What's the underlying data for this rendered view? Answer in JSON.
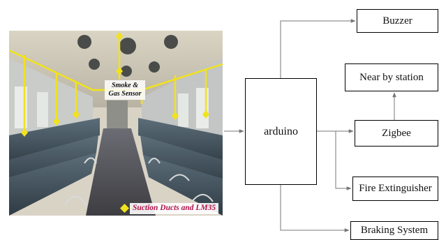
{
  "photo": {
    "sensor_label": "Smoke & Gas Sensor",
    "ducts_label": "Suction Ducts and LM35",
    "sensor_marker_color": "#f2e21b",
    "ducts_label_color": "#b0124a"
  },
  "diagram": {
    "controller": "arduino",
    "outputs": {
      "buzzer": "Buzzer",
      "near_station": "Near by station",
      "zigbee": "Zigbee",
      "fire_extinguisher": "Fire Extinguisher",
      "braking_system": "Braking System"
    },
    "line_color": "#777777",
    "box_border_color": "#000000"
  }
}
